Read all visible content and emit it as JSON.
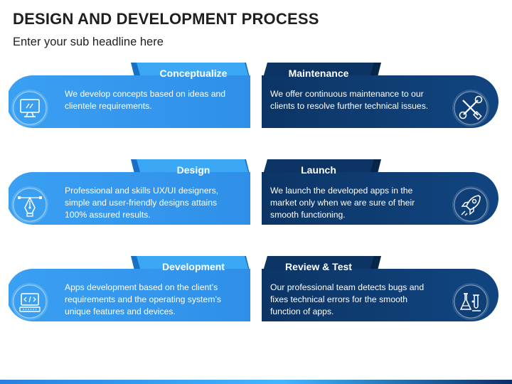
{
  "header": {
    "title": "DESIGN AND DEVELOPMENT PROCESS",
    "subtitle": "Enter your sub headline here"
  },
  "colors": {
    "light_blue": "#3a9ff0",
    "light_blue_tab": "#2e8ce6",
    "dark_blue": "#0e3e74",
    "dark_blue_tab": "#0a2f5b"
  },
  "steps": [
    {
      "title": "Conceptualize",
      "text": "We develop concepts based on ideas and clientele requirements.",
      "icon": "monitor-design-icon"
    },
    {
      "title": "Maintenance",
      "text": "We offer continuous maintenance to our clients to resolve further technical issues.",
      "icon": "wrench-screwdriver-icon"
    },
    {
      "title": "Design",
      "text": "Professional and skills UX/UI designers, simple and user-friendly designs attains 100% assured results.",
      "icon": "pen-tool-icon"
    },
    {
      "title": "Launch",
      "text": "We launch the developed apps in the market only when we are sure of their smooth functioning.",
      "icon": "rocket-icon"
    },
    {
      "title": "Development",
      "text": "Apps development based on the client’s requirements and the operating system’s unique features and devices.",
      "icon": "code-laptop-icon"
    },
    {
      "title": "Review & Test",
      "text": "Our professional team detects bugs and fixes technical errors for the smooth function of apps.",
      "icon": "lab-test-icon"
    }
  ]
}
